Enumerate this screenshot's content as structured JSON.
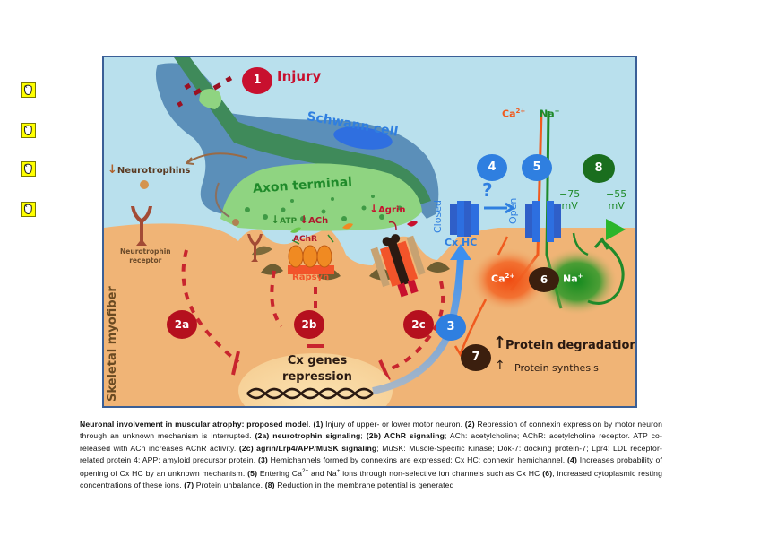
{
  "annotations": {
    "icons": [
      "comment-note-icon",
      "comment-note-icon",
      "comment-note-icon",
      "comment-note-icon"
    ],
    "color": "#ffff00"
  },
  "figure": {
    "colors": {
      "border": "#3a5f97",
      "extracellular": "#b9e0ed",
      "myofiber": "#f0b476",
      "schwann": "#5b8fb9",
      "axon": "#3f8a5a",
      "axon_terminal": "#8fd481",
      "injury_red": "#c8102e",
      "hemichannel_blue": "#2f7fe0",
      "calcium": "#f05a1e",
      "sodium": "#1f8a2a",
      "dark_brown": "#3b1f0e"
    },
    "labels": {
      "injury": "Injury",
      "schwann_cell": "Schwann cell",
      "neurotrophins": "Neurotrophins",
      "axon_terminal": "Axon terminal",
      "neurotrophin_receptor_line1": "Neurotrophin",
      "neurotrophin_receptor_line2": "receptor",
      "atp": "ATP",
      "ach": "ACh",
      "achr": "AChR",
      "rapsyn": "Rapsyn",
      "agrin": "Agrin",
      "closed": "Closed",
      "open": "Open",
      "cx_hc": "Cx HC",
      "question": "?",
      "ca_top": "Ca",
      "ca_sup": "2+",
      "na_top": "Na",
      "na_sup": "+",
      "mv_left_value": "−75",
      "mv_left_unit": "mV",
      "mv_right_value": "−55",
      "mv_right_unit": "mV",
      "ca_inside": "Ca",
      "na_inside": "Na",
      "protein_degradation": "Protein degradation",
      "protein_synthesis": "Protein synthesis",
      "cx_genes_line1": "Cx genes",
      "cx_genes_line2": "repression",
      "skeletal_myofiber": "Skeletal myofiber",
      "up_arrow": "↑",
      "down_arrow": "↓"
    },
    "steps": {
      "s1": "1",
      "s2a": "2a",
      "s2b": "2b",
      "s2c": "2c",
      "s3": "3",
      "s4": "4",
      "s5": "5",
      "s6": "6",
      "s7": "7",
      "s8": "8"
    }
  },
  "caption": {
    "title": "Neuronal involvement in muscular atrophy: proposed model",
    "t1": ". ",
    "n1": "(1)",
    "t2": " Injury of upper- or lower motor neuron. ",
    "n2": "(2)",
    "t3": " Repression of connexin expression by motor neuron through an unknown mechanism is interrupted. ",
    "n2a": "(2a)",
    "k2a": " neurotrophin signaling",
    "t4": "; ",
    "n2b": "(2b)",
    "k2b": " AChR signaling",
    "t5": "; ACh: acetylcholine; AChR: acetylcholine receptor. ATP co-released with ACh increases AChR activity. ",
    "n2c": "(2c)",
    "k2c": " agrin/Lrp4/APP/MuSK signaling",
    "t6": "; MuSK: Muscle-Specific Kinase; Dok-7: docking protein-7; Lpr4: LDL receptor-related protein 4; APP: amyloid precursor protein. ",
    "n3": "(3)",
    "t7": " Hemichannels formed by connexins are expressed; Cx HC: connexin hemichannel. ",
    "n4": "(4)",
    "t8": " Increases probability of opening of Cx HC by an unknown mechanism. ",
    "n5": "(5)",
    "t9": " Entering Ca",
    "sup_ca": "2+",
    "t10": " and Na",
    "sup_na": "+",
    "t11": " ions through non-selective ion channels such as Cx HC ",
    "n6": "(6)",
    "t12": ", increased cytoplasmic resting concentrations of these ions. ",
    "n7": "(7)",
    "t13": " Protein unbalance. ",
    "n8": "(8)",
    "t14": " Reduction in the membrane potential is generated"
  }
}
